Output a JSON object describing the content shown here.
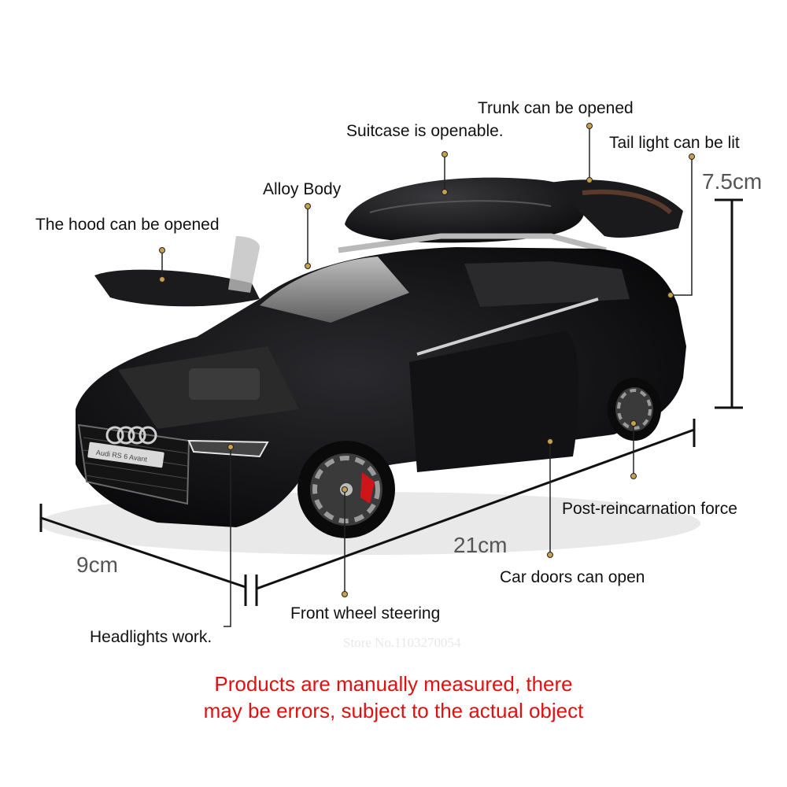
{
  "labels": {
    "trunk": "Trunk can be opened",
    "suitcase": "Suitcase is openable.",
    "tail_light": "Tail light can be lit",
    "alloy_body": "Alloy Body",
    "hood": "The hood can be opened",
    "post_force": "Post-reincarnation force",
    "doors": "Car doors can open",
    "front_wheel": "Front wheel steering",
    "headlights": "Headlights work."
  },
  "dimensions": {
    "height": "7.5cm",
    "length": "21cm",
    "width": "9cm"
  },
  "plate_text": "Audi RS 6 Avant",
  "watermark": "Store No.1103270054",
  "disclaimer": {
    "line1": "Products are manually measured, there",
    "line2": "may be errors, subject to the actual object"
  },
  "colors": {
    "disclaimer": "#e01010",
    "leader_dot": "#c8a04a",
    "car_body": "#0d0d0f",
    "brake_caliper": "#d0151a"
  }
}
